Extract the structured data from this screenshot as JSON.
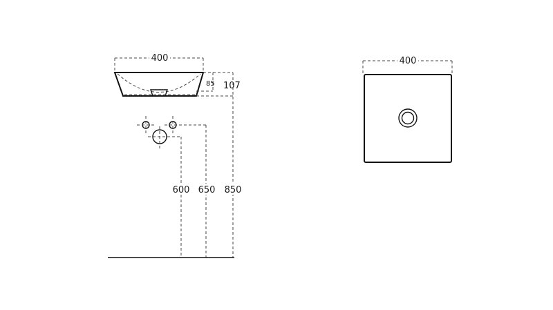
{
  "side_view": {
    "width_label": "400",
    "inner_depth_label": "85",
    "total_height_label": "107"
  },
  "wall_dims": {
    "h600_label": "600",
    "h650_label": "650",
    "h850_label": "850"
  },
  "top_view": {
    "width_label": "400"
  }
}
